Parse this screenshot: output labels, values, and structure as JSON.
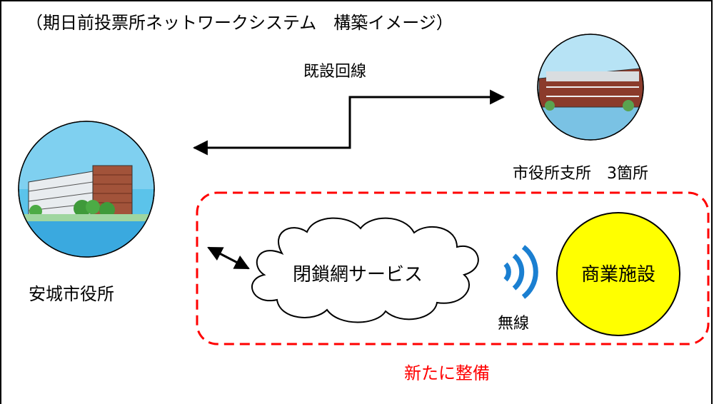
{
  "title": "（期日前投票所ネットワークシステム　構築イメージ）",
  "labels": {
    "existing_line": "既設回線",
    "city_hall": "安城市役所",
    "branch_offices": "市役所支所　3箇所",
    "closed_network": "閉鎖網サービス",
    "wireless": "無線",
    "commercial_facility": "商業施設",
    "new_development": "新たに整備"
  },
  "colors": {
    "text": "#000000",
    "new_area": "#ff0000",
    "commercial_fill": "#ffff00",
    "building_circle": "#55bfe8",
    "wireless_icon": "#1a7fd1"
  },
  "icons": {
    "city_hall_image": "government-building-icon",
    "branch_image": "branch-office-building-icon",
    "cloud": "cloud-shape",
    "wireless": "wireless-signal-icon"
  }
}
